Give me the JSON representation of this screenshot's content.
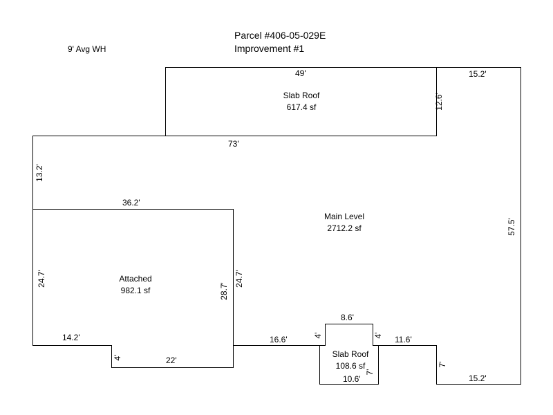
{
  "header": {
    "parcel": "Parcel #406-05-029E",
    "improvement": "Improvement #1",
    "wall_height": "9' Avg WH"
  },
  "areas": {
    "slab_roof_top": {
      "name": "Slab Roof",
      "area": "617.4 sf"
    },
    "main_level": {
      "name": "Main Level",
      "area": "2712.2 sf"
    },
    "attached": {
      "name": "Attached",
      "area": "982.1 sf"
    },
    "slab_roof_bottom": {
      "name": "Slab Roof",
      "area": "108.6 sf"
    }
  },
  "dimensions": {
    "top_49": "49'",
    "right_12_6": "12.6'",
    "top_right_15_2": "15.2'",
    "d_73": "73'",
    "left_13_2": "13.2'",
    "d_36_2": "36.2'",
    "right_57_5": "57.5'",
    "att_left_24_7": "24.7'",
    "att_inner_28_7": "28.7'",
    "att_right_24_7": "24.7'",
    "d_14_2": "14.2'",
    "d_4_left": "4'",
    "d_22": "22'",
    "d_16_6": "16.6'",
    "d_4_slab_left": "4'",
    "d_8_6": "8.6'",
    "d_4_slab_right": "4'",
    "d_11_6": "11.6'",
    "d_10_6": "10.6'",
    "d_7_slab": "7'",
    "d_7_right": "7'",
    "bottom_15_2": "15.2'"
  }
}
